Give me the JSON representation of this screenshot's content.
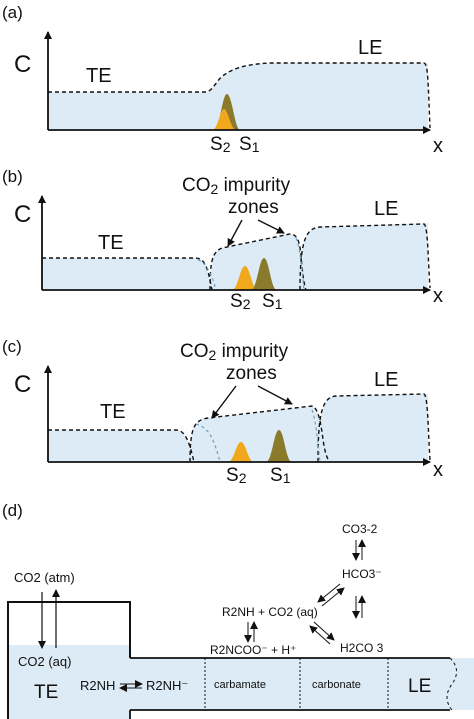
{
  "panels": {
    "a": {
      "tag": "(a)",
      "y_axis": "C",
      "x_axis": "x",
      "te": "TE",
      "le": "LE",
      "s2_main": "S",
      "s2_sub": "2",
      "s1_main": "S",
      "s1_sub": "1"
    },
    "b": {
      "tag": "(b)",
      "y_axis": "C",
      "x_axis": "x",
      "te": "TE",
      "le": "LE",
      "co2_main": "CO",
      "co2_sub": "2",
      "impurity_line1": " impurity",
      "impurity_line2": "zones",
      "s2_main": "S",
      "s2_sub": "2",
      "s1_main": "S",
      "s1_sub": "1"
    },
    "c": {
      "tag": "(c)",
      "y_axis": "C",
      "x_axis": "x",
      "te": "TE",
      "le": "LE",
      "co2_main": "CO",
      "co2_sub": "2",
      "impurity_line1": " impurity",
      "impurity_line2": "zones",
      "s2_main": "S",
      "s2_sub": "2",
      "s1_main": "S",
      "s1_sub": "1"
    },
    "d": {
      "tag": "(d)",
      "co2_atm": "CO2 (atm)",
      "co2_aq_left": "CO2 (aq)",
      "te": "TE",
      "le": "LE",
      "r2nh": "R2NH",
      "r2nh_minus": "R2NH⁻",
      "carbamate": "carbamate",
      "carbonate": "carbonate",
      "r2nh_co2": "R2NH + CO2 (aq)",
      "r2ncoo": "R2NCOO⁻ + H⁺",
      "co3": "CO3-2",
      "hco3": "HCO3⁻",
      "h2co3": "H2CO 3"
    }
  },
  "colors": {
    "fill": "#dcebf5",
    "line": "#111111",
    "s1_peak": "#8a7a2c",
    "s2_peak": "#f2a81d",
    "boundary_blue": "#6f9fbf"
  }
}
